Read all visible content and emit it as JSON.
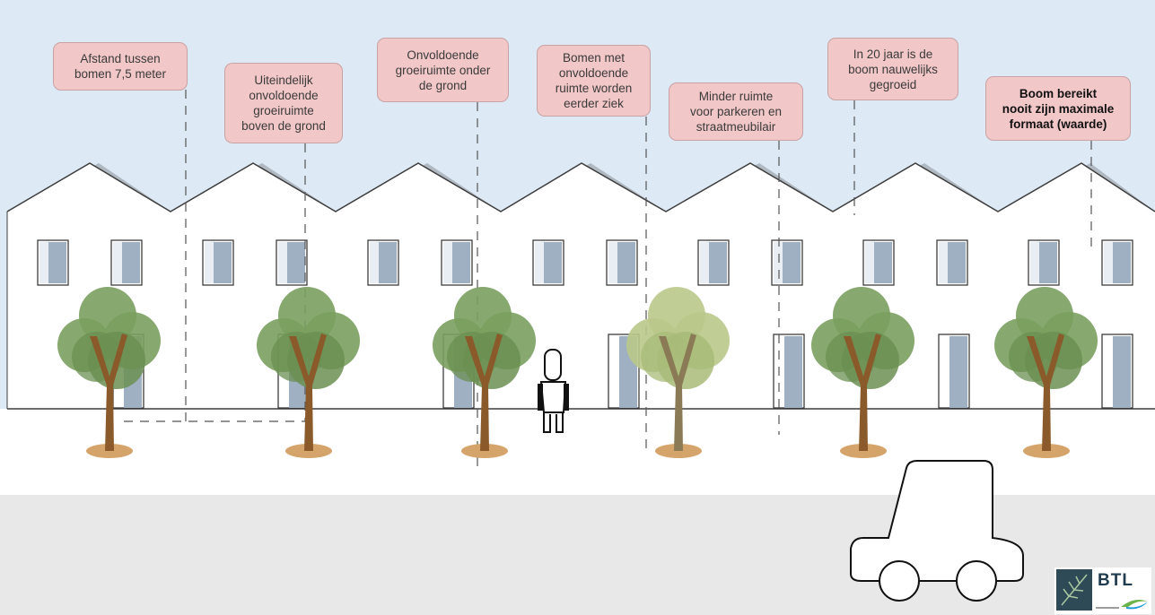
{
  "colors": {
    "sky": "#dde9f5",
    "house": "#ffffff",
    "outline": "#3d3d3d",
    "callout_bg": "#f2c7c8",
    "pavement": "#e8e8e8",
    "tree_green": "#7a9e5e",
    "tree_dark": "#6b8f52",
    "tree_pale": "#b9c98a",
    "trunk": "#8a5a2b",
    "soil": "#d4a46a",
    "window_shade": "#9fb0c2"
  },
  "callouts": [
    {
      "text": "Afstand tussen\nbomen 7,5 meter",
      "bold": false
    },
    {
      "text": "Uiteindelijk\nonvoldoende\ngroeiruimte\nboven de grond",
      "bold": false
    },
    {
      "text": "Onvoldoende\ngroeiruimte onder\nde grond",
      "bold": false
    },
    {
      "text": "Bomen met\nonvoldoende\nruimte worden\neerder ziek",
      "bold": false
    },
    {
      "text": "Minder ruimte\nvoor parkeren en\nstraatmeubilair",
      "bold": false
    },
    {
      "text": "In 20 jaar is de\nboom nauwelijks\ngegroeid",
      "bold": false
    },
    {
      "text": "Boom bereikt\nnooit zijn maximale\nformaat (waarde)",
      "bold": true
    }
  ],
  "icons": {
    "tree": "deciduous-tree-icon",
    "person": "person-icon",
    "car": "car-icon",
    "logo": "btl-leaf-logo"
  },
  "logo": {
    "text": "BTL"
  }
}
